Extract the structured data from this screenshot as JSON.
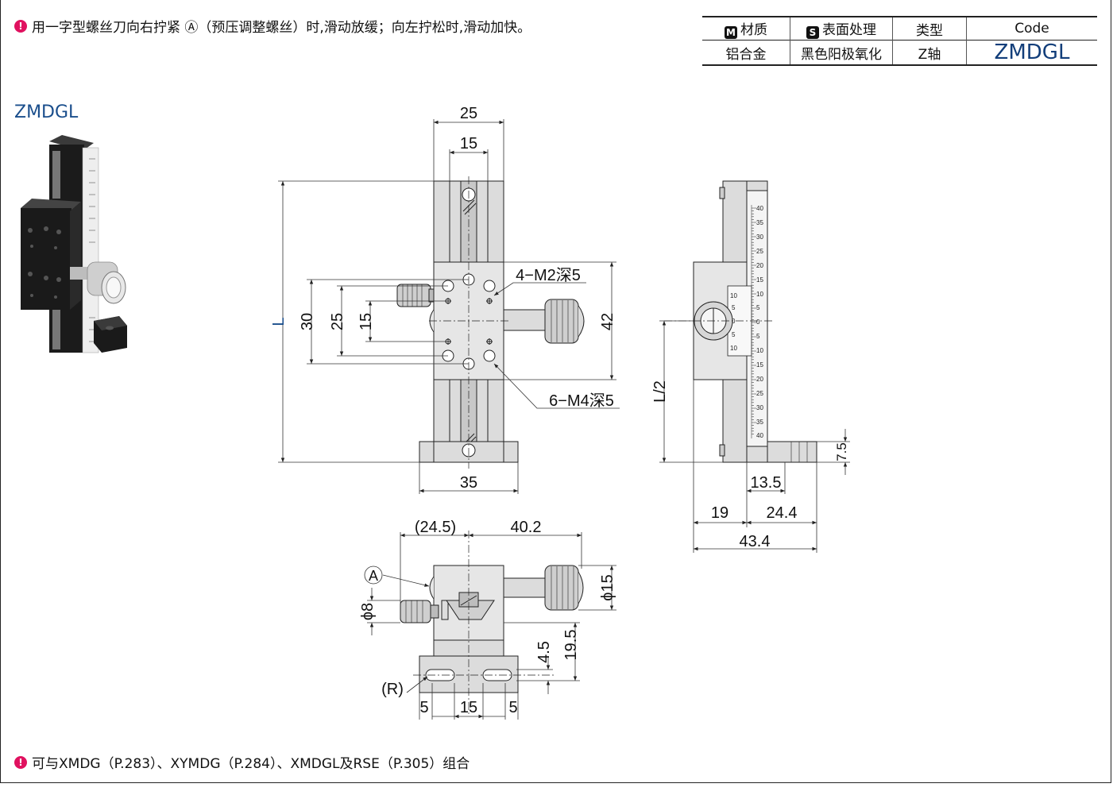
{
  "notes": {
    "top": "用一字型螺丝刀向右拧紧 Ⓐ（预压调整螺丝）时,滑动放缓；向左拧松时,滑动加快。",
    "bottom": "可与XMDG（P.283）、XYMDG（P.284）、XMDGL及RSE（P.305）组合",
    "bullet_icon": "exclamation-icon"
  },
  "spec_table": {
    "headers": {
      "material": "材质",
      "surface": "表面处理",
      "type": "类型",
      "code": "Code"
    },
    "header_icons": {
      "material": "M",
      "surface": "S"
    },
    "row": {
      "material": "铝合金",
      "surface": "黑色阳极氧化",
      "type": "Z轴",
      "code": "ZMDGL"
    }
  },
  "product_label": "ZMDGL",
  "dims": {
    "front": {
      "width_25": "25",
      "width_15": "15",
      "height_L": "L",
      "d30": "30",
      "d25": "25",
      "d15": "15",
      "d42": "42",
      "base_35": "35",
      "hole_note_1": "4−M2深5",
      "hole_note_2": "6−M4深5"
    },
    "side": {
      "half_L": "L/2",
      "d75": "7.5",
      "d135": "13.5",
      "d19": "19",
      "d244": "24.4",
      "d434": "43.4",
      "scale_upper": [
        "40",
        "35",
        "30",
        "25",
        "20",
        "15",
        "10",
        "5",
        "0"
      ],
      "scale_lower": [
        "5",
        "10",
        "15",
        "20",
        "25",
        "30",
        "35",
        "40"
      ],
      "vernier": [
        "10",
        "5",
        "0",
        "5",
        "10"
      ]
    },
    "top": {
      "d245": "(24.5)",
      "d402": "40.2",
      "mark_A": "A",
      "phi15": "ϕ15",
      "phi8": "ϕ8",
      "d45": "4.5",
      "d195": "19.5",
      "mark_R": "(R)",
      "d5a": "5",
      "d15": "15",
      "d5b": "5"
    }
  },
  "colors": {
    "body": "#dcdcdc",
    "line": "#222222",
    "dim": "#333333",
    "accent": "#1a4e8c",
    "bullet": "#e0115f"
  }
}
